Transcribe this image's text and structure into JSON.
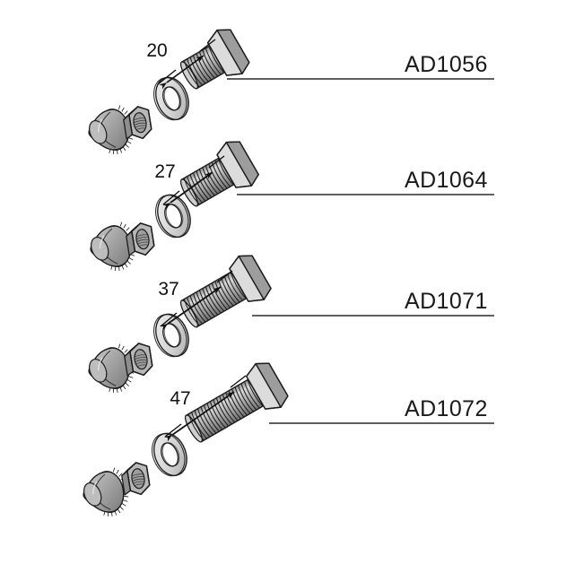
{
  "diagram": {
    "title": "Bolt assembly exploded parts diagram",
    "background_color": "#ffffff",
    "line_color": "#1c1c1c",
    "label_color": "#1a1a1a",
    "fill_light": "#e8e8e8",
    "fill_mid": "#c4c4c4",
    "fill_dark": "#9a9a9a",
    "fill_darker": "#7d7d7d"
  },
  "assemblies": [
    {
      "part_number": "AD1056",
      "dimension": "20",
      "components": [
        "knurled-flange-nut",
        "hex-nut",
        "flat-washer",
        "hex-head-bolt"
      ]
    },
    {
      "part_number": "AD1064",
      "dimension": "27",
      "components": [
        "knurled-flange-nut",
        "hex-nut",
        "flat-washer",
        "hex-head-bolt"
      ]
    },
    {
      "part_number": "AD1071",
      "dimension": "37",
      "components": [
        "knurled-flange-nut",
        "hex-nut",
        "flat-washer",
        "hex-head-bolt"
      ]
    },
    {
      "part_number": "AD1072",
      "dimension": "47",
      "components": [
        "knurled-flange-nut",
        "hex-nut",
        "flat-washer",
        "hex-head-bolt"
      ]
    }
  ]
}
